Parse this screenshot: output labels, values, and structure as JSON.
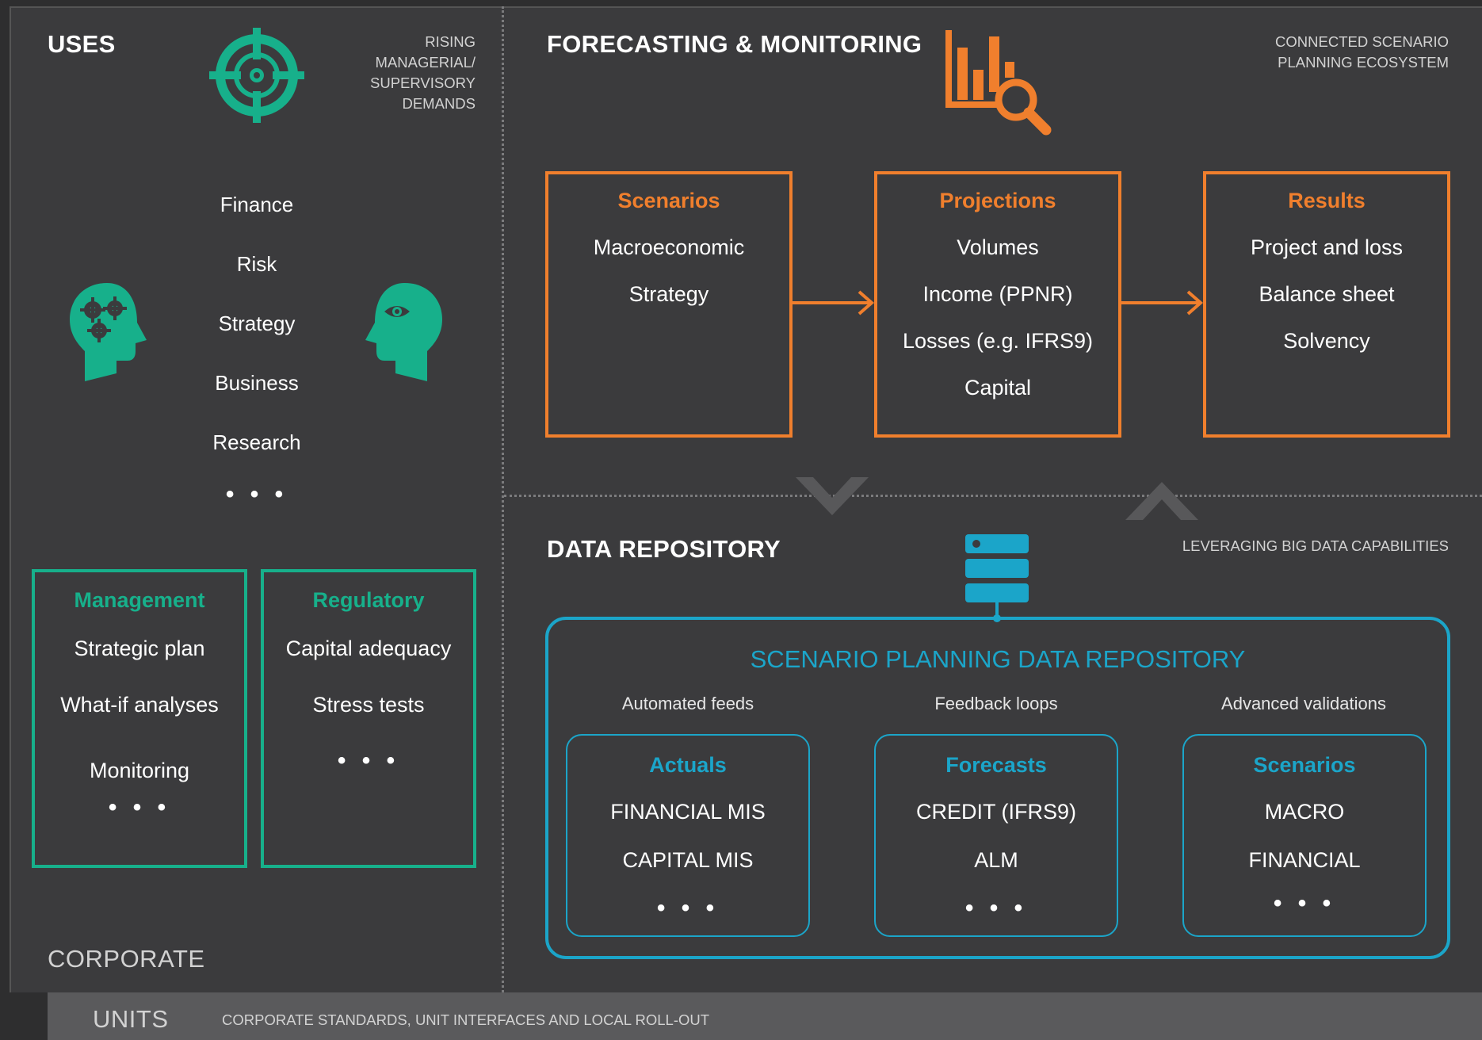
{
  "uses": {
    "title": "USES",
    "caption": [
      "RISING",
      "MANAGERIAL/",
      "SUPERVISORY",
      "DEMANDS"
    ],
    "items": [
      "Finance",
      "Risk",
      "Strategy",
      "Business",
      "Research"
    ],
    "ellipsis": "• • •",
    "management": {
      "title": "Management",
      "items": [
        "Strategic plan",
        "What-if analyses",
        "Monitoring"
      ],
      "ellipsis": "• • •"
    },
    "regulatory": {
      "title": "Regulatory",
      "items": [
        "Capital adequacy",
        "Stress tests"
      ],
      "ellipsis": "• • •"
    },
    "corporate": "CORPORATE"
  },
  "forecasting": {
    "title": "FORECASTING & MONITORING",
    "caption": [
      "CONNECTED SCENARIO",
      "PLANNING ECOSYSTEM"
    ],
    "scenarios": {
      "title": "Scenarios",
      "items": [
        "Macroeconomic",
        "Strategy"
      ]
    },
    "projections": {
      "title": "Projections",
      "items": [
        "Volumes",
        "Income (PPNR)",
        "Losses (e.g. IFRS9)",
        "Capital"
      ]
    },
    "results": {
      "title": "Results",
      "items": [
        "Project and loss",
        "Balance sheet",
        "Solvency"
      ]
    }
  },
  "data_repository": {
    "title": "DATA REPOSITORY",
    "caption": "LEVERAGING BIG DATA CAPABILITIES",
    "repo_title": "SCENARIO PLANNING DATA REPOSITORY",
    "feeds": [
      "Automated feeds",
      "Feedback loops",
      "Advanced validations"
    ],
    "actuals": {
      "title": "Actuals",
      "items": [
        "FINANCIAL MIS",
        "CAPITAL MIS"
      ],
      "ellipsis": "• • •"
    },
    "forecasts": {
      "title": "Forecasts",
      "items": [
        "CREDIT (IFRS9)",
        "ALM"
      ],
      "ellipsis": "• • •"
    },
    "scenarios": {
      "title": "Scenarios",
      "items": [
        "MACRO",
        "FINANCIAL"
      ],
      "ellipsis": "• • •"
    }
  },
  "units": {
    "label": "UNITS",
    "caption": "CORPORATE STANDARDS, UNIT INTERFACES AND LOCAL ROLL-OUT"
  },
  "colors": {
    "green": "#17b08b",
    "orange": "#f07f2d",
    "blue": "#1ba5c9",
    "panel": "#3b3b3d",
    "arrow_grey": "#58585a"
  },
  "icons": [
    "target-icon",
    "bar-chart-magnifier-icon",
    "head-gears-icon",
    "head-eye-icon",
    "server-icon",
    "chevron-down-icon",
    "chevron-up-icon"
  ]
}
